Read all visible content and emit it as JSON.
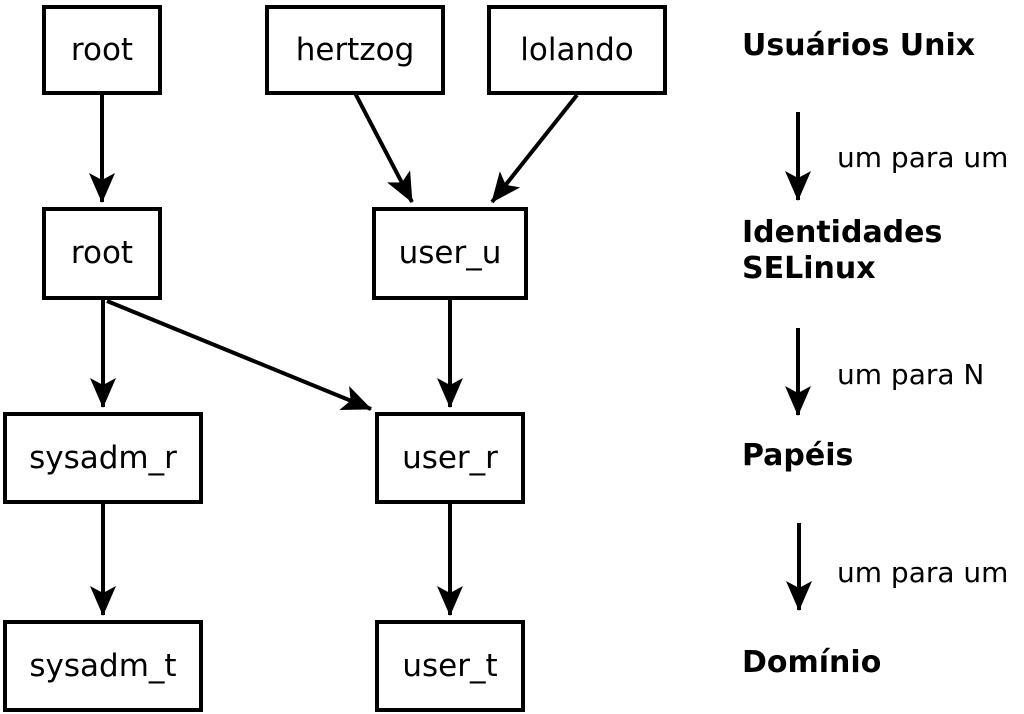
{
  "diagram": {
    "nodes": {
      "unix_root": {
        "label": "root"
      },
      "unix_hertzog": {
        "label": "hertzog"
      },
      "unix_lolando": {
        "label": "lolando"
      },
      "selinux_root": {
        "label": "root"
      },
      "selinux_user_u": {
        "label": "user_u"
      },
      "role_sysadm_r": {
        "label": "sysadm_r"
      },
      "role_user_r": {
        "label": "user_r"
      },
      "type_sysadm_t": {
        "label": "sysadm_t"
      },
      "type_user_t": {
        "label": "user_t"
      }
    },
    "legend": {
      "unix_users": "Usuários Unix",
      "mapping1": "um para um",
      "identities_line1": "Identidades",
      "identities_line2": "SELinux",
      "mapping2": "um para N",
      "roles": "Papéis",
      "mapping3": "um para um",
      "domain": "Domínio"
    },
    "colors": {
      "foreground": "#000000",
      "background": "#ffffff"
    }
  }
}
